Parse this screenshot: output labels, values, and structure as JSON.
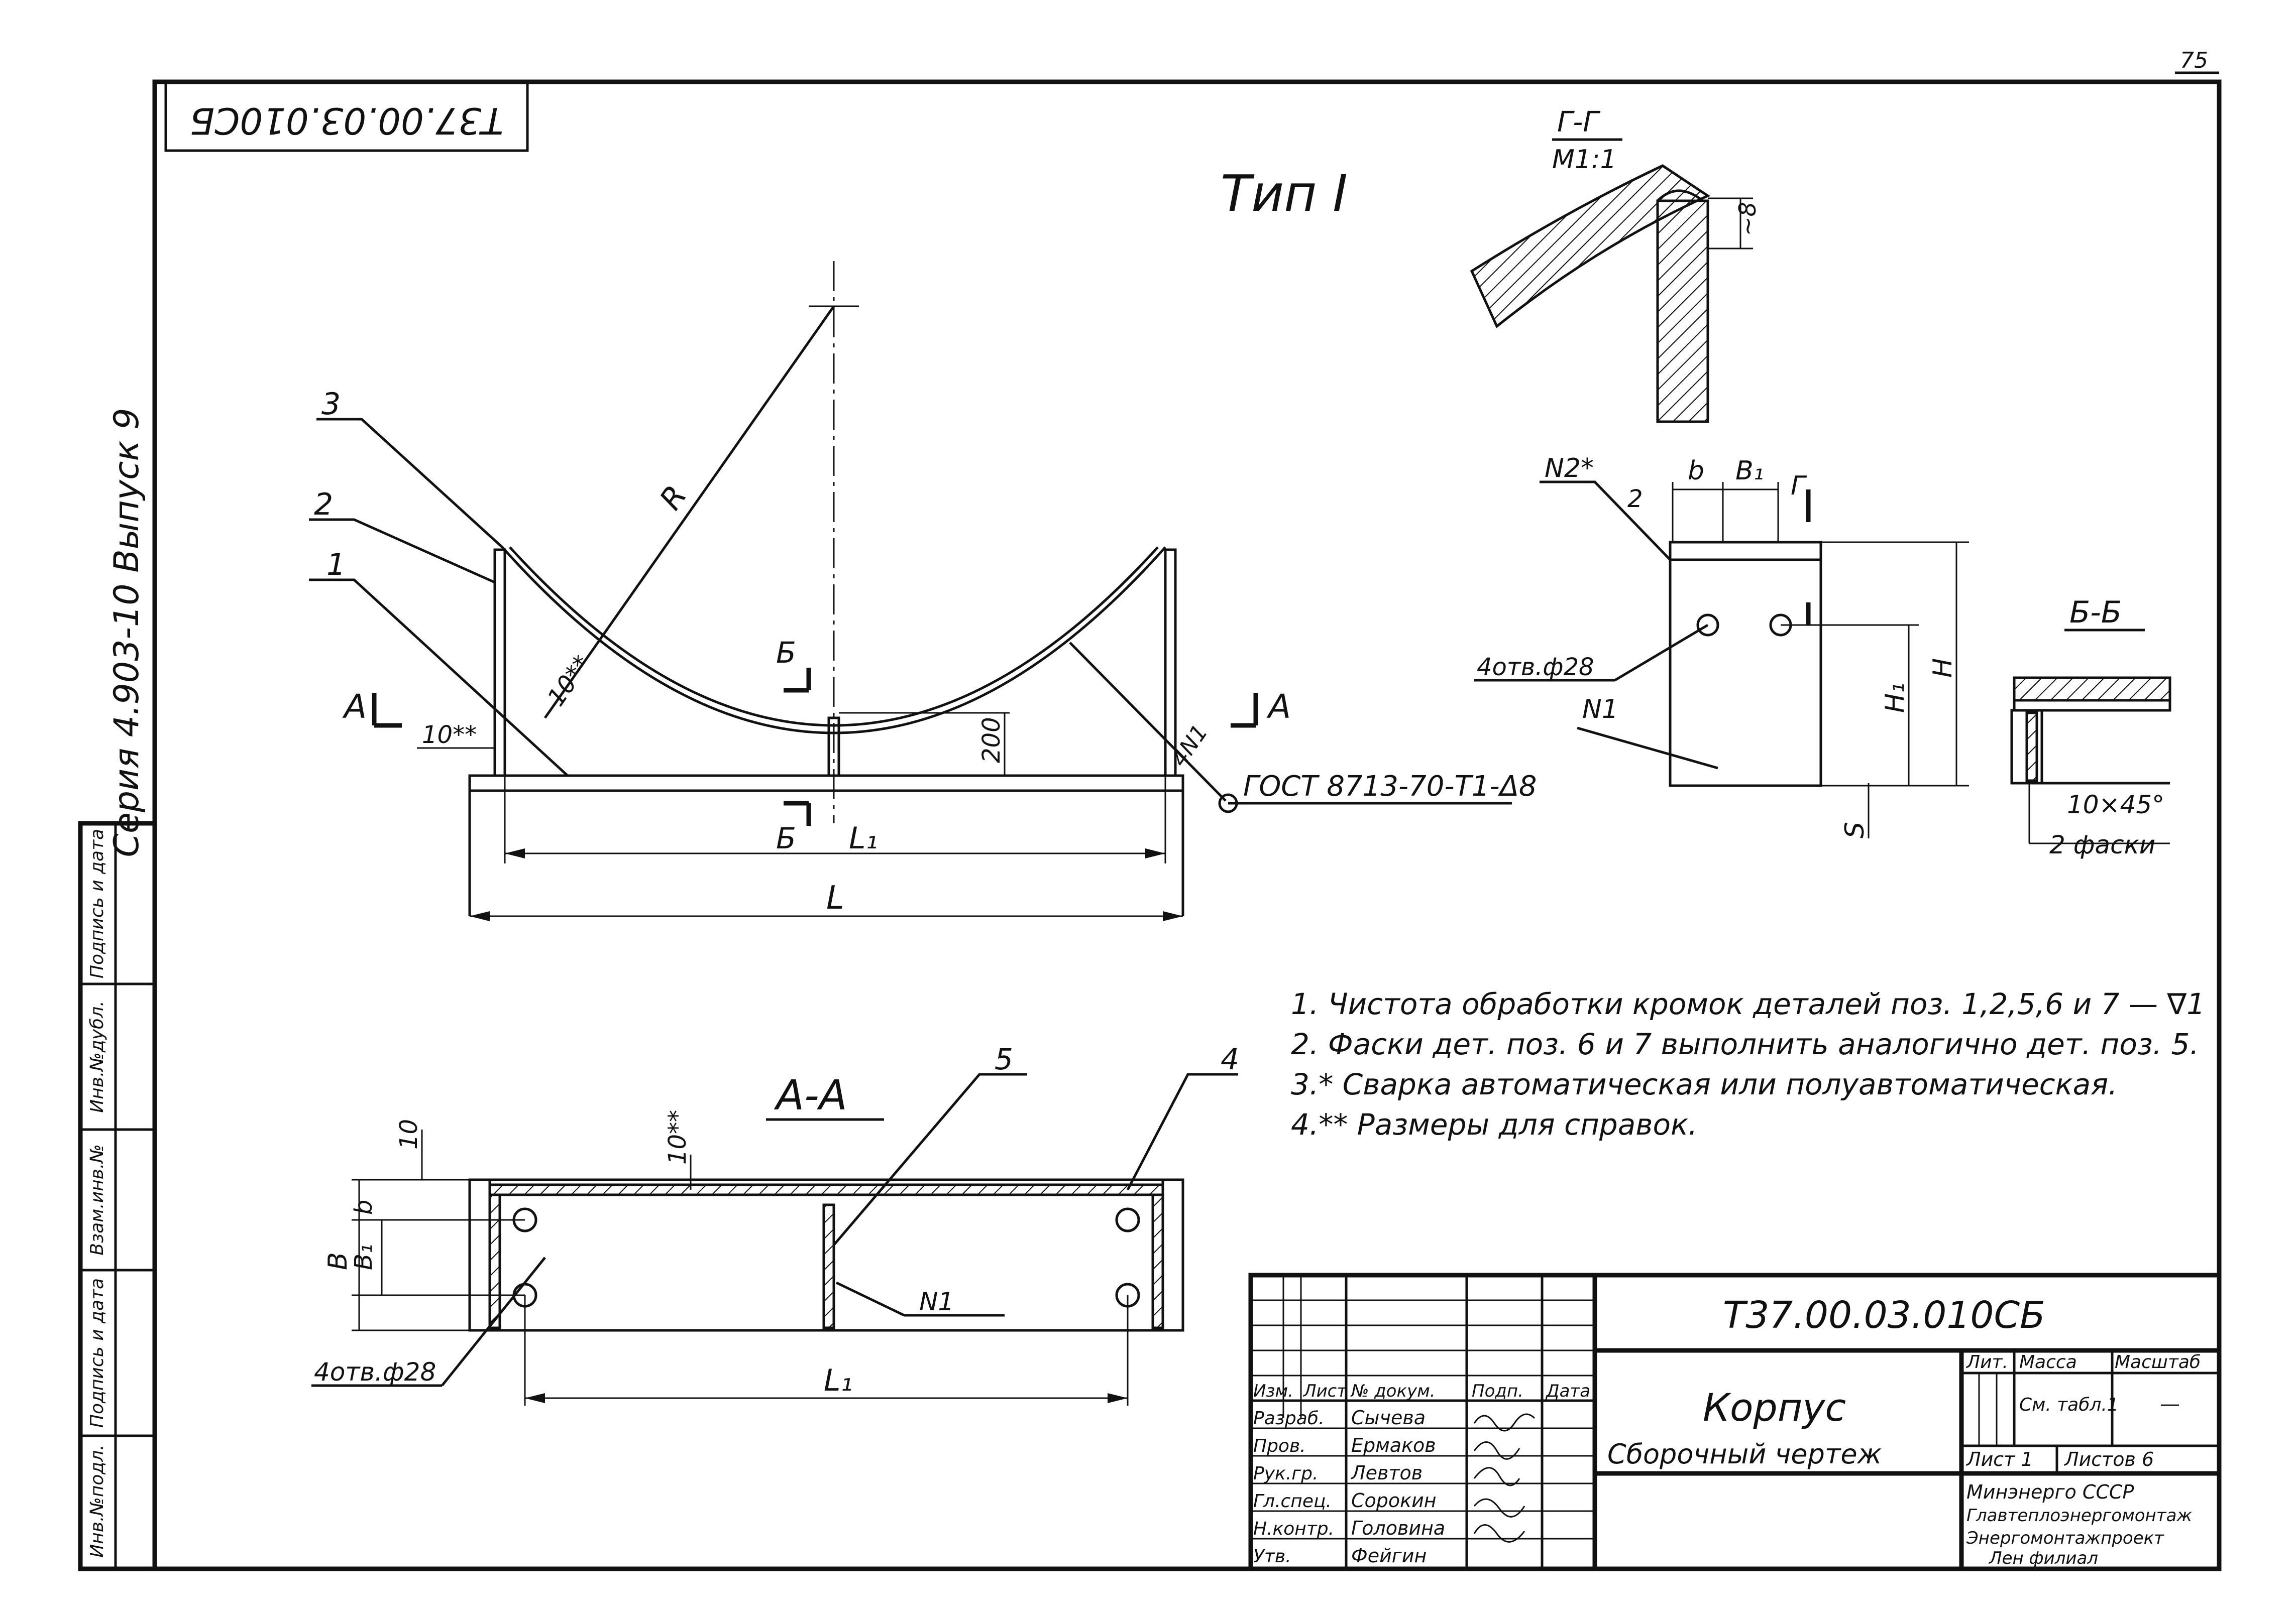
{
  "sheet": {
    "page_no": "75",
    "code_rotated": "Т37.00.03.010СБ",
    "series": "Серия 4.903-10 Выпуск 9",
    "side_stamp": [
      "Инв.№подл.",
      "Подпись и дата",
      "Взам.инв.№",
      "Инв.№дубл.",
      "Подпись и дата"
    ]
  },
  "front_view": {
    "title": "Тип I",
    "pos3": "3",
    "pos2": "2",
    "pos1": "1",
    "r": "R",
    "dim10a": "10**",
    "dim10b": "10**",
    "dim200": "200",
    "sec_a_left": "A",
    "sec_a_right": "A",
    "sec_b_top": "Б",
    "sec_b_bot": "Б",
    "l1": "L₁",
    "l": "L",
    "weld": "4N1",
    "gost": "ГОСТ 8713-70-Т1-Δ8"
  },
  "section_gg": {
    "title": "Г-Г",
    "scale": "М1:1",
    "dim": "~8"
  },
  "side_view": {
    "n2": "N2*",
    "pos2": "2",
    "b": "b",
    "b1": "B₁",
    "g": "Г",
    "holes": "4отв.ф28",
    "n1": "N1",
    "h": "H",
    "h1": "H₁",
    "s": "S"
  },
  "section_bb": {
    "title": "Б-Б",
    "chamfer": "10×45°",
    "chamfer_note": "2 фаски"
  },
  "notes": [
    "1. Чистота обработки кромок деталей поз. 1,2,5,6 и 7 — ∇1",
    "2. Фаски дет. поз. 6 и 7 выполнить аналогично дет. поз. 5.",
    "3.* Сварка автоматическая или полуавтоматическая.",
    "4.** Размеры для справок."
  ],
  "plan_view": {
    "title": "А-А",
    "pos5": "5",
    "pos4": "4",
    "dim10": "10",
    "dim10b": "10**",
    "b": "B",
    "b_small": "b",
    "b1": "B₁",
    "holes": "4отв.ф28",
    "n1": "N1",
    "l1": "L₁"
  },
  "title_block": {
    "code": "Т37.00.03.010СБ",
    "name": "Корпус",
    "doc_type": "Сборочный чертеж",
    "head": [
      "Изм.",
      "Лист",
      "№ докум.",
      "Подп.",
      "Дата"
    ],
    "roles": [
      "Разраб.",
      "Пров.",
      "Рук.гр.",
      "Гл.спец.",
      "Н.контр.",
      "Утв."
    ],
    "names": [
      "Сычева",
      "Ермаков",
      "Левтов",
      "Сорокин",
      "Головина",
      "Фейгин"
    ],
    "lit": "Лит.",
    "mass": "Масса",
    "scale": "Масштаб",
    "mass_val": "См. табл.1",
    "scale_val": "—",
    "sheet": "Лист 1",
    "sheets": "Листов 6",
    "org": [
      "Минэнерго СССР",
      "Главтеплоэнергомонтаж",
      "Энергомонтажпроект",
      "Лен филиал"
    ]
  }
}
